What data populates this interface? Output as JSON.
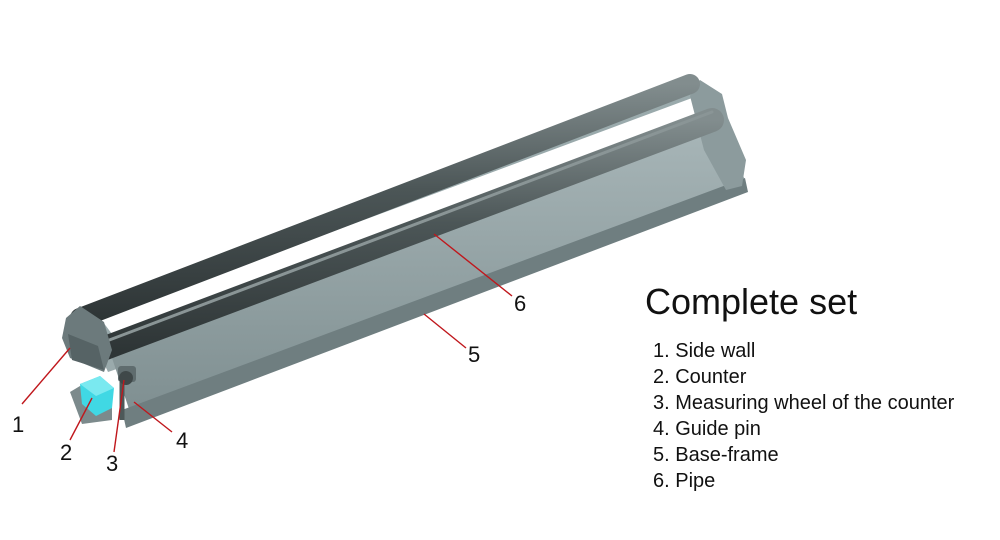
{
  "legend": {
    "title": "Complete set",
    "items": [
      "1. Side wall",
      "2. Counter",
      "3. Measuring wheel of the counter",
      "4. Guide pin",
      "5. Base-frame",
      "6. Pipe"
    ]
  },
  "callouts": [
    "1",
    "2",
    "3",
    "4",
    "5",
    "6"
  ],
  "colors": {
    "frame": "#8e9ea0",
    "frame_dark": "#6f7e80",
    "frame_light": "#b7c4c5",
    "pipe": "#4d5758",
    "counter": "#40d8e4",
    "leader_line": "#c0171c"
  }
}
